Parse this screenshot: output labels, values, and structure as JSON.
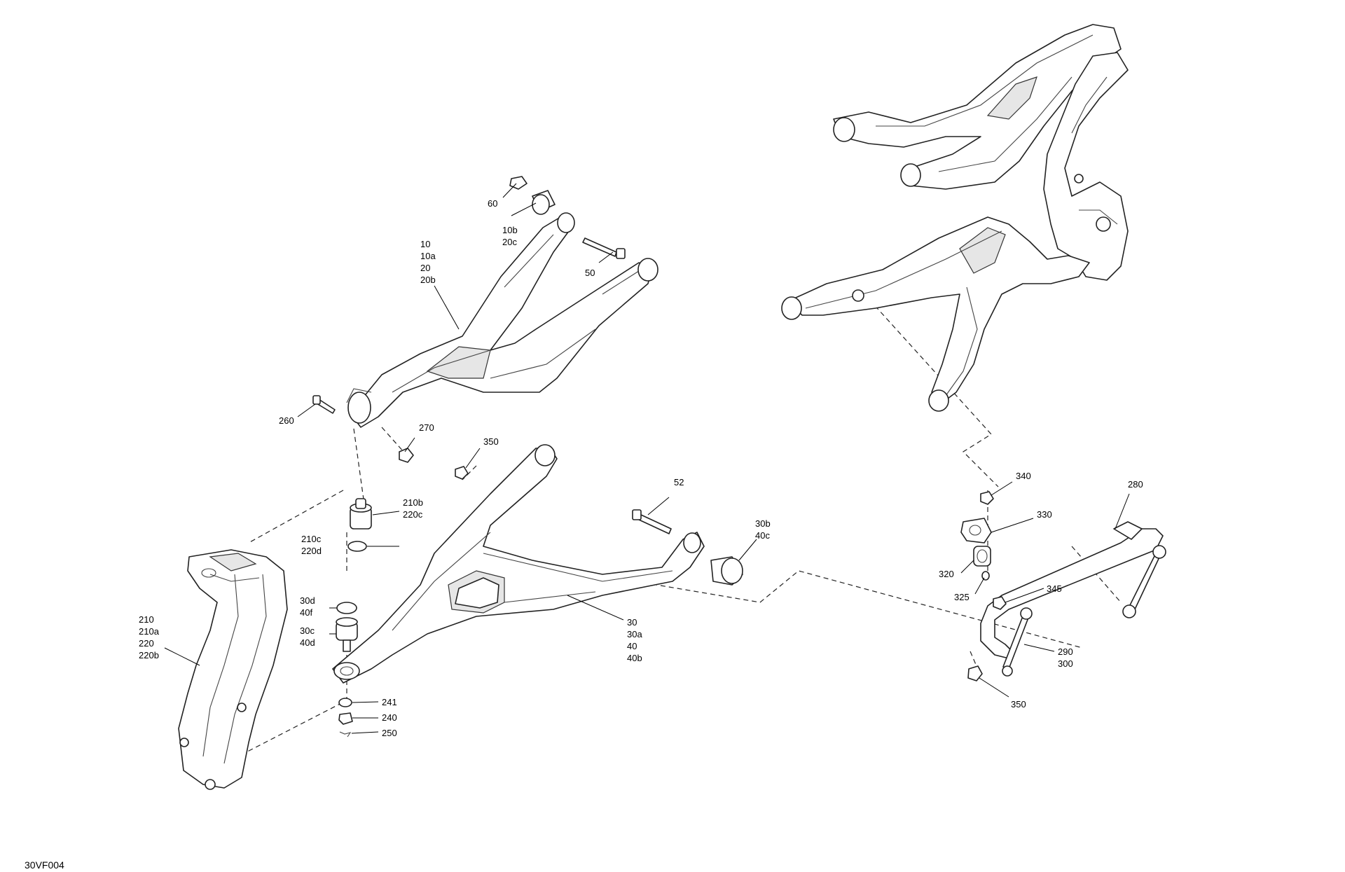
{
  "diagram_code": "30VF004",
  "callouts": {
    "c60": [
      "60"
    ],
    "c10b": [
      "10b",
      "20c"
    ],
    "c10": [
      "10",
      "10a",
      "20",
      "20b"
    ],
    "c50": [
      "50"
    ],
    "c260": [
      "260"
    ],
    "c270": [
      "270"
    ],
    "c350a": [
      "350"
    ],
    "c52": [
      "52"
    ],
    "c30b": [
      "30b",
      "40c"
    ],
    "c210b": [
      "210b",
      "220c"
    ],
    "c210c": [
      "210c",
      "220d"
    ],
    "c30d": [
      "30d",
      "40f"
    ],
    "c30c": [
      "30c",
      "40d"
    ],
    "c210": [
      "210",
      "210a",
      "220",
      "220b"
    ],
    "c30": [
      "30",
      "30a",
      "40",
      "40b"
    ],
    "c241": [
      "241"
    ],
    "c240": [
      "240"
    ],
    "c250": [
      "250"
    ],
    "c340": [
      "340"
    ],
    "c280": [
      "280"
    ],
    "c330": [
      "330"
    ],
    "c320": [
      "320"
    ],
    "c325": [
      "325"
    ],
    "c345": [
      "345"
    ],
    "c290": [
      "290",
      "300"
    ],
    "c350b": [
      "350"
    ]
  }
}
